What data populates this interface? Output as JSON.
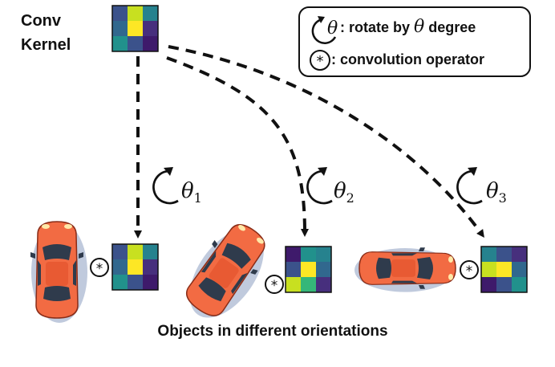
{
  "title_line1": "Conv",
  "title_line2": "Kernel",
  "legend": {
    "rotate_symbol": "θ",
    "rotate_text_prefix": ": rotate by ",
    "rotate_theta": "θ",
    "rotate_text_suffix": " degree",
    "conv_text": ": convolution operator"
  },
  "rotations": [
    {
      "symbol": "θ",
      "sub": "1"
    },
    {
      "symbol": "θ",
      "sub": "2"
    },
    {
      "symbol": "θ",
      "sub": "3"
    }
  ],
  "caption": "Objects in different orientations",
  "kernel_colors": {
    "original": [
      "#3b528b",
      "#c8e020",
      "#26828e",
      "#31688e",
      "#fde725",
      "#472f7d",
      "#21918c",
      "#3b528b",
      "#3e1a6b"
    ],
    "rot1": [
      "#3b528b",
      "#c8e020",
      "#26828e",
      "#31688e",
      "#fde725",
      "#472f7d",
      "#21918c",
      "#3b528b",
      "#3e1a6b"
    ],
    "rot2": [
      "#3e1a6b",
      "#21918c",
      "#26828e",
      "#3b528b",
      "#fde725",
      "#31688e",
      "#c8e020",
      "#35b779",
      "#472f7d"
    ],
    "rot3": [
      "#26828e",
      "#3b528b",
      "#472f7d",
      "#c8e020",
      "#fde725",
      "#31688e",
      "#3e1a6b",
      "#3b528b",
      "#21918c"
    ]
  },
  "car_colors": {
    "body": "#f26b43",
    "glass": "#2f3b4c",
    "shadow": "#b9c4d9"
  }
}
